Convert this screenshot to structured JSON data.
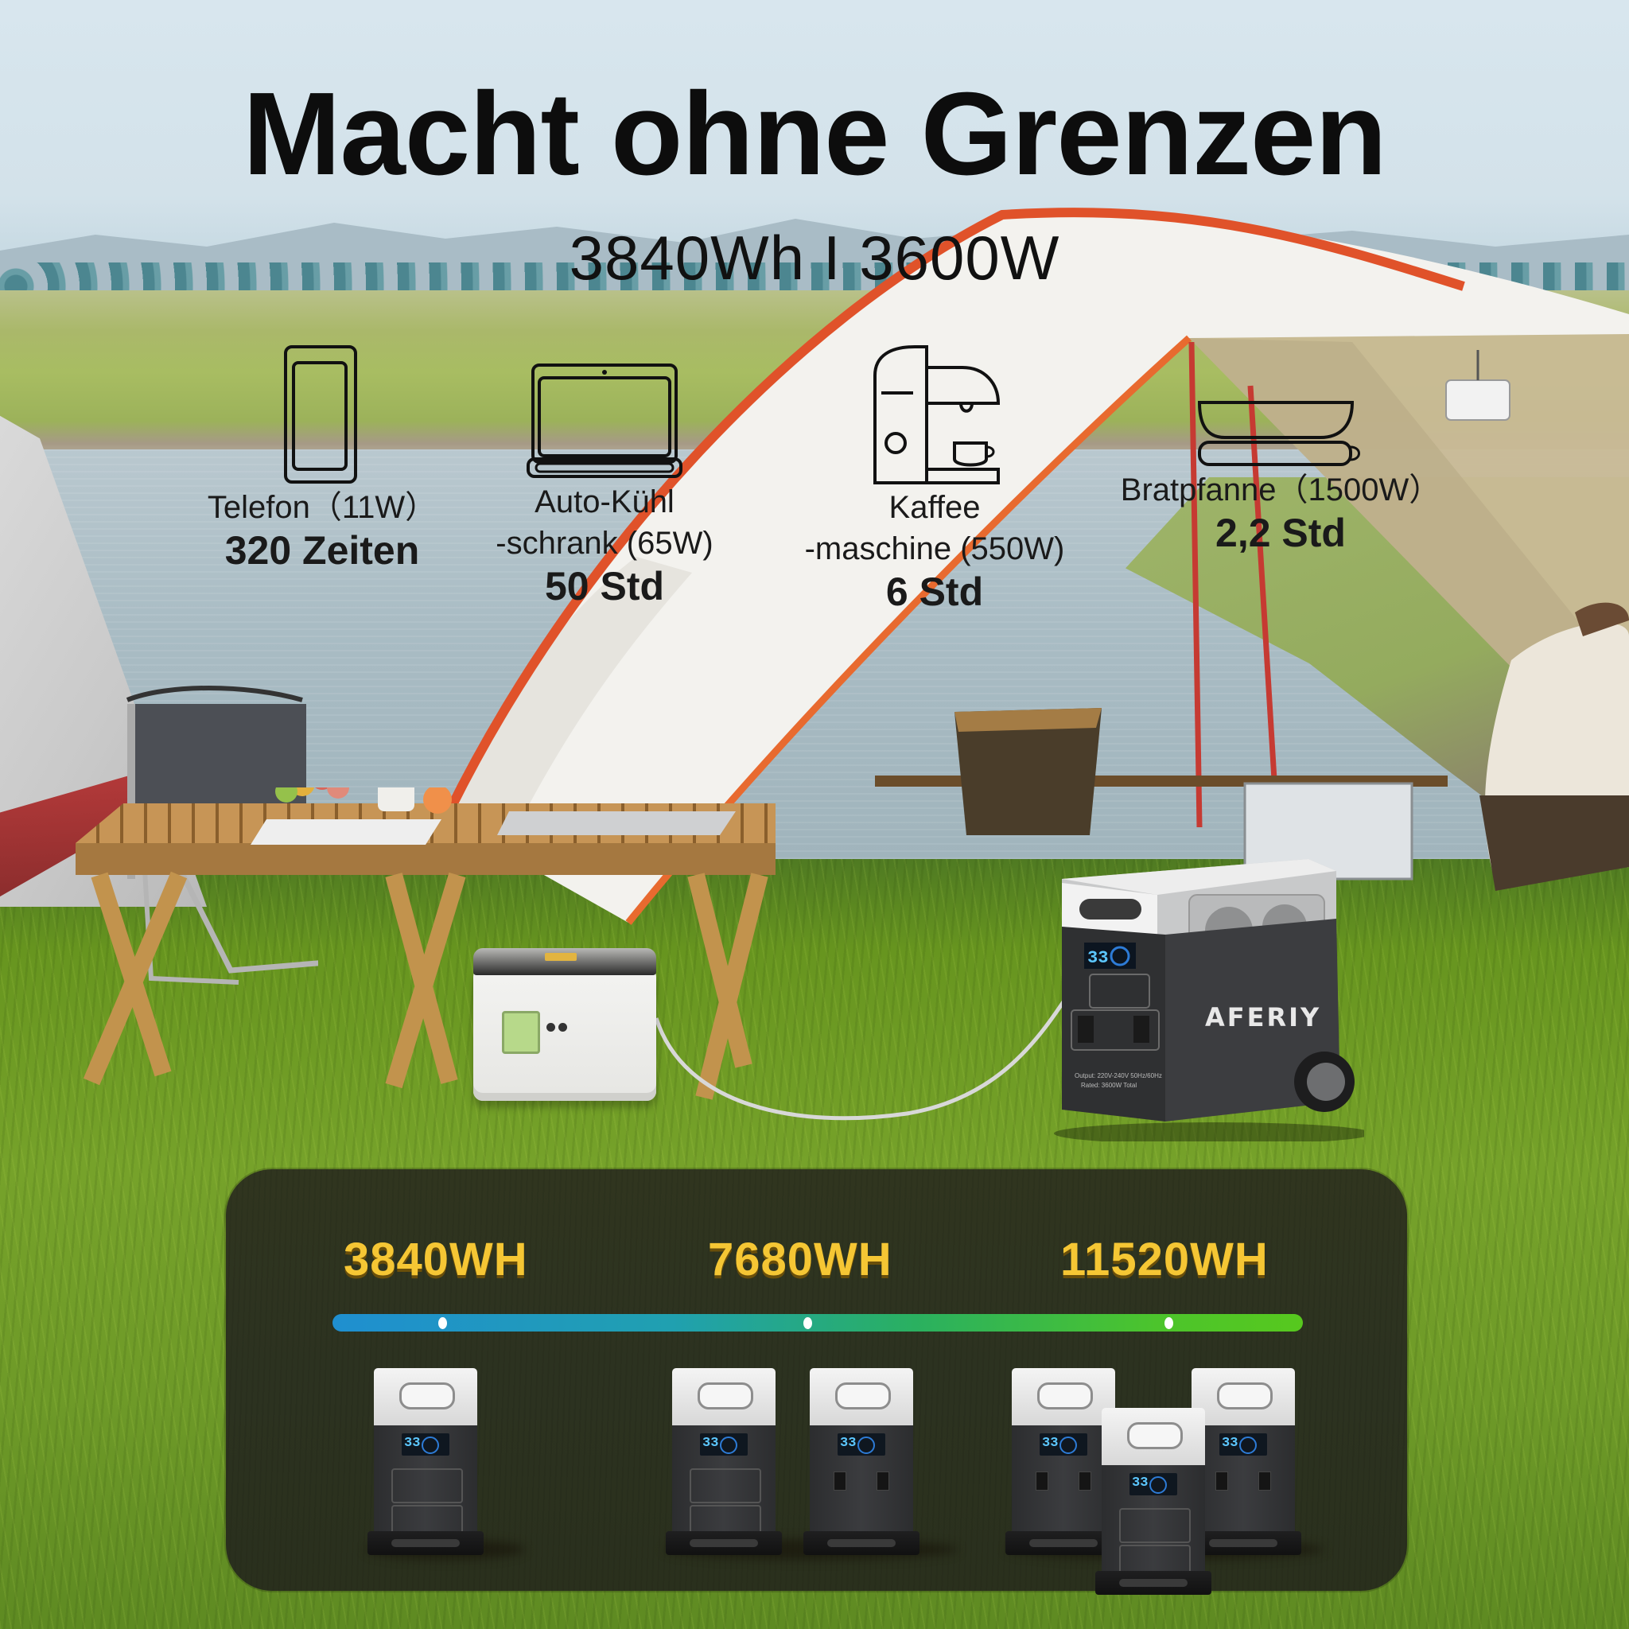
{
  "header": {
    "title": "Macht ohne Grenzen",
    "subtitle": "3840Wh I 3600W"
  },
  "appliances": [
    {
      "icon": "smartphone-icon",
      "label": "Telefon（11W）",
      "runtime": "320 Zeiten"
    },
    {
      "icon": "laptop-icon",
      "label": "Auto-Kühl\n-schrank (65W)",
      "runtime": "50 Std"
    },
    {
      "icon": "coffee-machine-icon",
      "label": "Kaffee\n-maschine (550W)",
      "runtime": "6 Std"
    },
    {
      "icon": "frying-pan-icon",
      "label": "Bratpfanne（1500W）",
      "runtime": "2,2 Std"
    }
  ],
  "product": {
    "brand": "AFERIY",
    "display_value": "33",
    "label_line1": "Output: 220V-240V 50Hz/60Hz",
    "label_line2": "Rated: 3600W Total"
  },
  "capacity": {
    "levels": [
      {
        "label": "3840WH",
        "units": 1
      },
      {
        "label": "7680WH",
        "units": 2
      },
      {
        "label": "11520WH",
        "units": 3
      }
    ],
    "bar_colors": [
      "#1f8fd0",
      "#57c81e"
    ],
    "label_color": "#f5c634"
  }
}
